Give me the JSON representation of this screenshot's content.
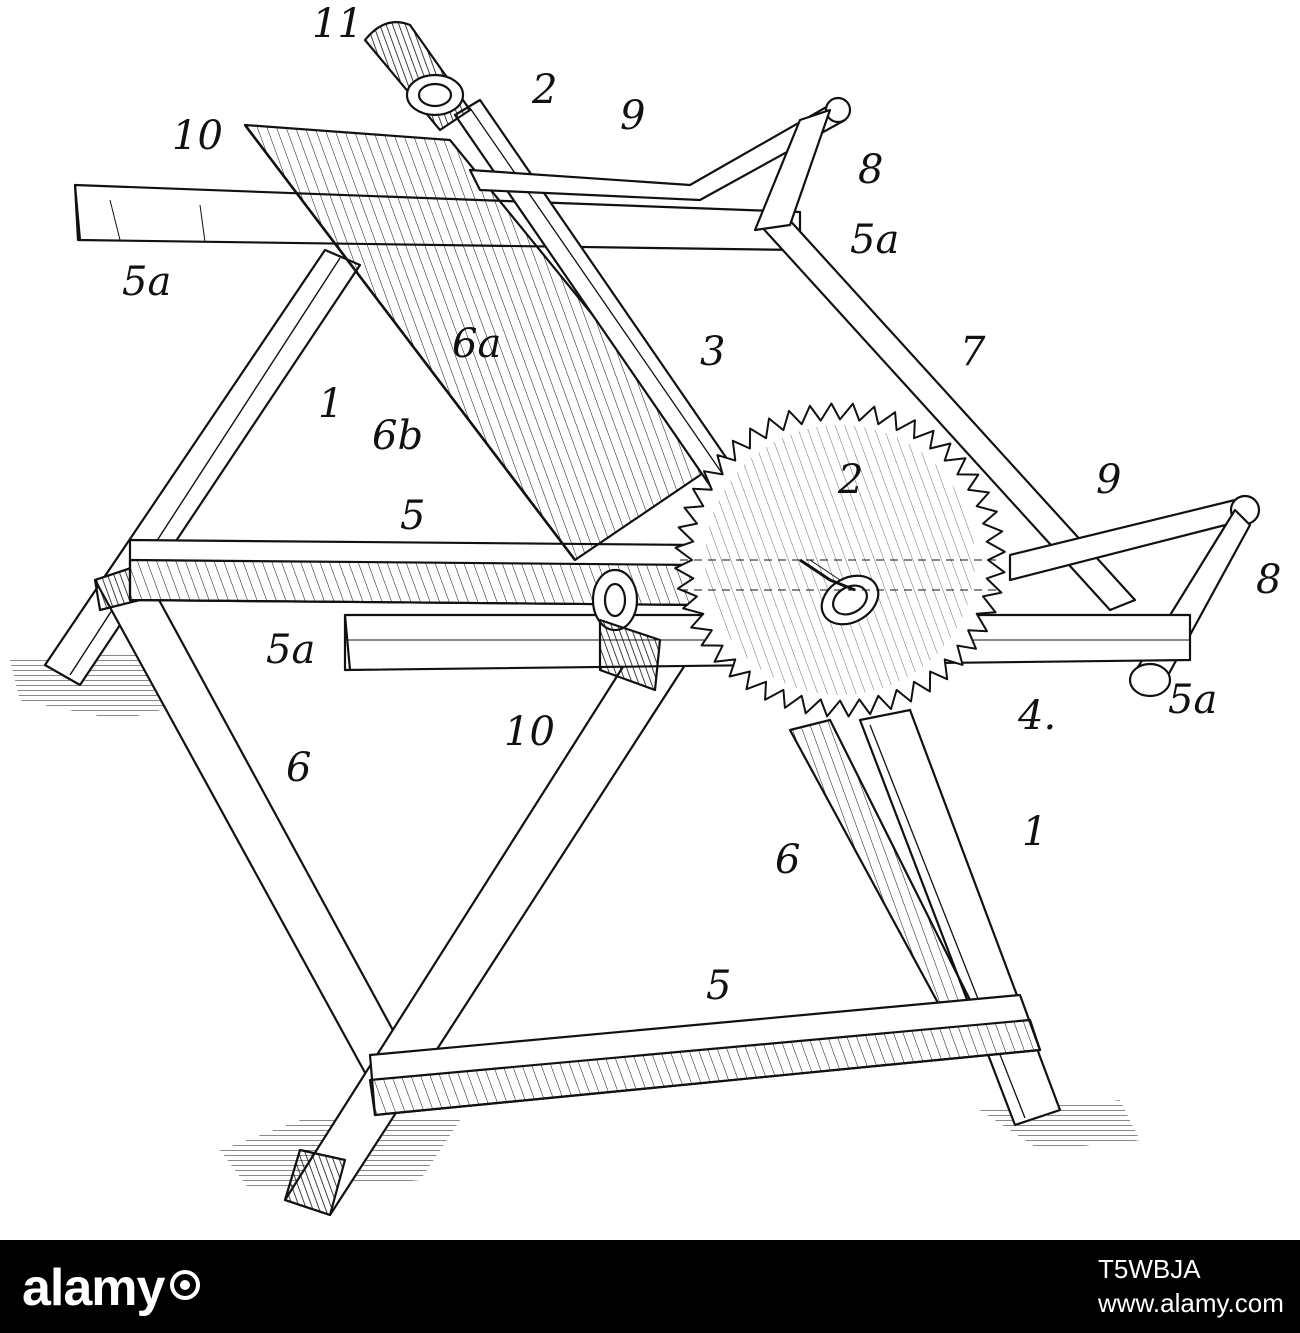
{
  "labels": {
    "l11": "11",
    "l2_top": "2",
    "l10_top": "10",
    "l9_top": "9",
    "l8_top": "8",
    "l5a_left": "5a",
    "l5a_top_right": "5a",
    "l6a": "6a",
    "l3": "3",
    "l7": "7",
    "l1_left": "1",
    "l6b": "6b",
    "l2_mid": "2",
    "l9_right": "9",
    "l8_right": "8",
    "l5_mid": "5",
    "l5a_mid_left": "5a",
    "l5a_right": "5a",
    "l10_bottom": "10",
    "l4": "4.",
    "l6_left": "6",
    "l6_right": "6",
    "l1_right": "1",
    "l5_bottom": "5"
  },
  "footer": {
    "brand": "alamy",
    "image_code": "T5WBJA",
    "site": "www.alamy.com"
  },
  "colors": {
    "ink": "#111111",
    "footer_bg": "#000000",
    "footer_text": "#ffffff"
  }
}
